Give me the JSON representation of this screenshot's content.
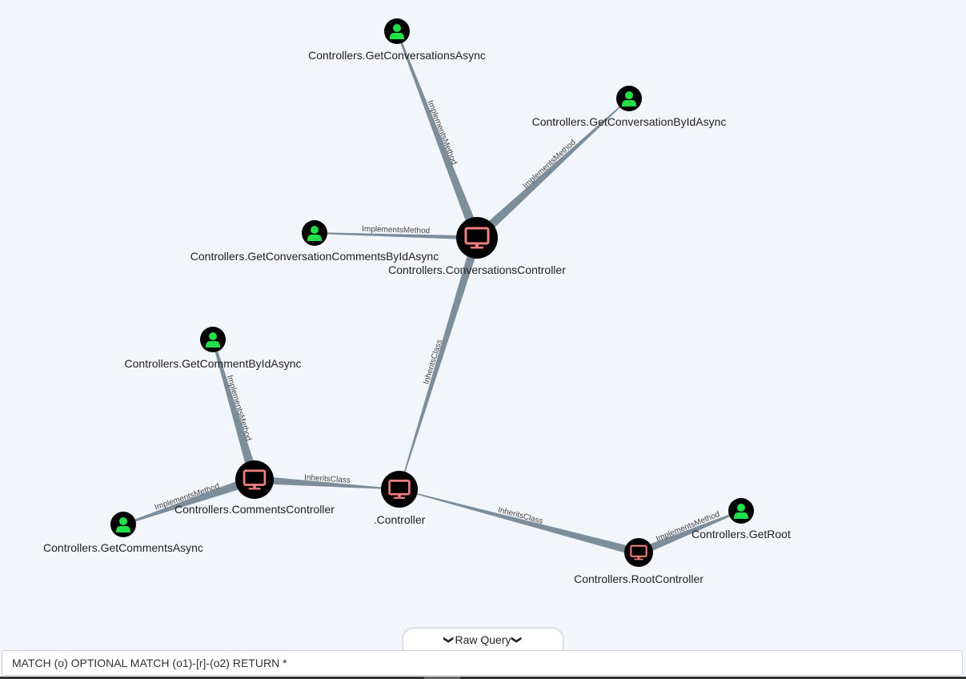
{
  "graph": {
    "nodes": [
      {
        "id": "n1",
        "label": "Controllers.GetConversationsAsync",
        "kind": "user-icon"
      },
      {
        "id": "n2",
        "label": "Controllers.GetConversationByIdAsync",
        "kind": "user-icon"
      },
      {
        "id": "n3",
        "label": "Controllers.GetConversationCommentsByIdAsync",
        "kind": "user-icon"
      },
      {
        "id": "n4",
        "label": "Controllers.ConversationsController",
        "kind": "monitor-icon"
      },
      {
        "id": "n5",
        "label": "Controllers.GetCommentByIdAsync",
        "kind": "user-icon"
      },
      {
        "id": "n6",
        "label": "Controllers.CommentsController",
        "kind": "monitor-icon"
      },
      {
        "id": "n7",
        "label": ".Controller",
        "kind": "monitor-icon"
      },
      {
        "id": "n8",
        "label": "Controllers.GetCommentsAsync",
        "kind": "user-icon"
      },
      {
        "id": "n9",
        "label": "Controllers.GetRoot",
        "kind": "user-icon"
      },
      {
        "id": "n10",
        "label": "Controllers.RootController",
        "kind": "monitor-icon"
      }
    ],
    "edges": [
      {
        "source": "n1",
        "target": "n4",
        "label": "ImplementsMethod"
      },
      {
        "source": "n2",
        "target": "n4",
        "label": "ImplementsMethod"
      },
      {
        "source": "n3",
        "target": "n4",
        "label": "ImplementsMethod"
      },
      {
        "source": "n4",
        "target": "n7",
        "label": "InheritsClass"
      },
      {
        "source": "n5",
        "target": "n6",
        "label": "ImplementsMethod"
      },
      {
        "source": "n8",
        "target": "n6",
        "label": "ImplementsMethod"
      },
      {
        "source": "n6",
        "target": "n7",
        "label": "InheritsClass"
      },
      {
        "source": "n10",
        "target": "n7",
        "label": "InheritsClass"
      },
      {
        "source": "n9",
        "target": "n10",
        "label": "ImplementsMethod"
      }
    ]
  },
  "colors": {
    "edge": "#7c8e9c",
    "node_fill": "#000000",
    "user_icon": "#22e04a",
    "monitor_icon": "#f08080"
  },
  "raw_query_tab": {
    "label": "Raw Query"
  },
  "query_bar": {
    "value": "MATCH (o) OPTIONAL MATCH (o1)-[r]-(o2) RETURN *"
  }
}
